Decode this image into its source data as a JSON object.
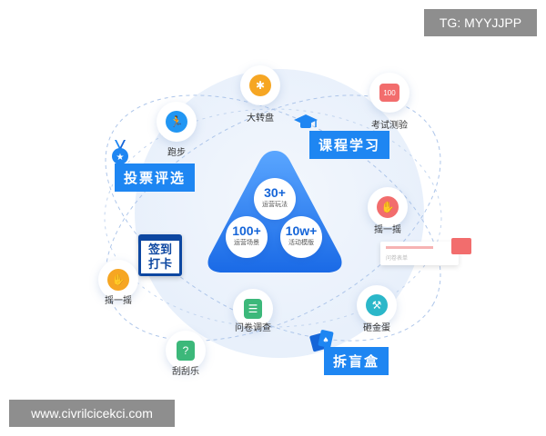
{
  "watermarks": {
    "top_right": "TG: MYYJJPP",
    "bottom_left": "www.civrilcicekci.com"
  },
  "center": {
    "items": [
      {
        "value": "30+",
        "label": "运营玩法"
      },
      {
        "value": "100+",
        "label": "运营场景"
      },
      {
        "value": "10w+",
        "label": "活动模版"
      }
    ]
  },
  "tags": {
    "course": "课程学习",
    "vote": "投票评选",
    "blindbox": "拆盲盒",
    "checkin_line1": "签到",
    "checkin_line2": "打卡"
  },
  "nodes": {
    "wheel": "大转盘",
    "exam": "考试测验",
    "run": "跑步",
    "shake_right": "摇一摇",
    "shake_left": "摇一摇",
    "survey": "问卷调查",
    "egg": "砸金蛋",
    "scratch": "刮刮乐"
  },
  "mock": {
    "card_text": "问卷表单"
  },
  "colors": {
    "primary_blue": "#1e86f2",
    "dark_blue": "#1565d8",
    "orange": "#f6a623",
    "red": "#f26d6d",
    "green": "#3cb87a",
    "teal": "#2bb7c9"
  }
}
